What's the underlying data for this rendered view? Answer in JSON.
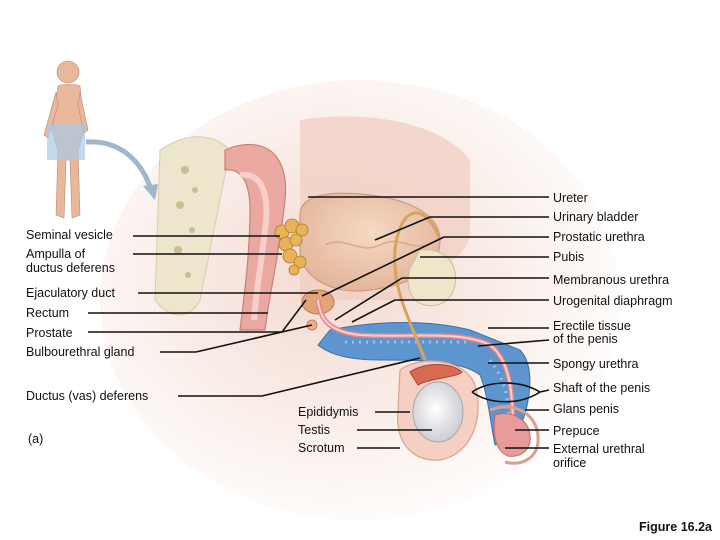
{
  "labels_left": {
    "seminal_vesicle": "Seminal vesicle",
    "ampulla": "Ampulla of\nductus deferens",
    "ejaculatory_duct": "Ejaculatory duct",
    "rectum": "Rectum",
    "prostate": "Prostate",
    "bulbourethral": "Bulbourethral gland",
    "ductus_deferens": "Ductus (vas) deferens",
    "panel": "(a)"
  },
  "labels_bottom": {
    "epididymis": "Epididymis",
    "testis": "Testis",
    "scrotum": "Scrotum"
  },
  "labels_right": {
    "ureter": "Ureter",
    "urinary_bladder": "Urinary bladder",
    "prostatic_urethra": "Prostatic urethra",
    "pubis": "Pubis",
    "membranous_urethra": "Membranous urethra",
    "urogenital_diaphragm": "Urogenital diaphragm",
    "erectile_tissue": "Erectile tissue\nof the penis",
    "spongy_urethra": "Spongy urethra",
    "shaft": "Shaft of the penis",
    "glans": "Glans penis",
    "prepuce": "Prepuce",
    "external_orifice": "External urethral\norifice"
  },
  "caption": "Figure 16.2a"
}
